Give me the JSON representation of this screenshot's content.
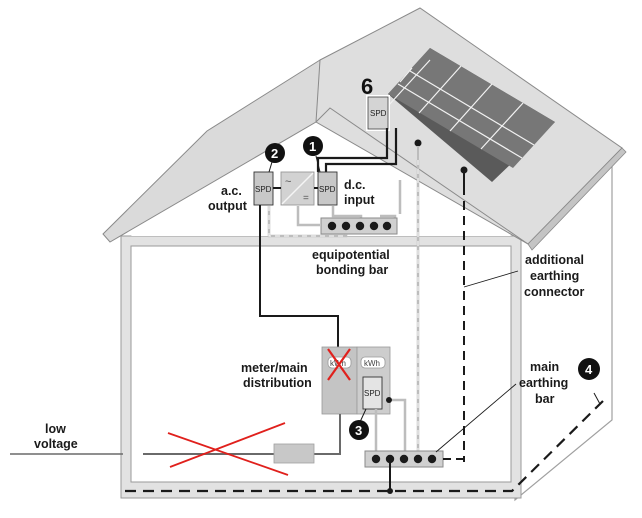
{
  "diagram": {
    "title": "PV system surge protection on a house",
    "labels": {
      "ac_output": [
        "a.c.",
        "output"
      ],
      "dc_input": [
        "d.c.",
        "input"
      ],
      "equipotential_bonding_bar": [
        "equipotential",
        "bonding bar"
      ],
      "additional_earthing_connector": [
        "additional",
        "earthing",
        "connector"
      ],
      "meter_main_distribution": [
        "meter/main",
        "distribution"
      ],
      "main_earthing_bar": [
        "main",
        "earthing",
        "bar"
      ],
      "low_voltage": [
        "low",
        "voltage"
      ]
    },
    "spd_label": "SPD",
    "kwh_label": "kWh",
    "markers": {
      "m1": "1",
      "m2": "2",
      "m3": "3",
      "m4": "4",
      "m6": "6"
    },
    "inverter_symbols": {
      "ac": "~",
      "dc": "="
    },
    "colors": {
      "roof": "#dcdcdc",
      "wall": "#e4e4e4",
      "panel": "#6e6e6e",
      "cross": "#e0201c",
      "wire": "#1a1a1a",
      "outline": "#9a9a9a"
    }
  }
}
